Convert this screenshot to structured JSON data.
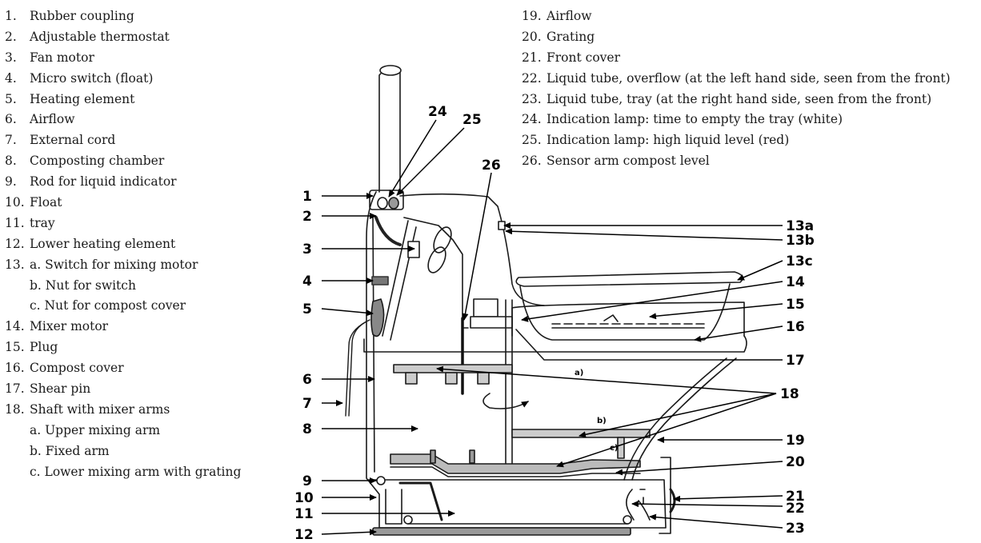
{
  "legend_left": [
    {
      "num": "1.",
      "text": "Rubber coupling"
    },
    {
      "num": "2.",
      "text": "Adjustable thermostat"
    },
    {
      "num": "3.",
      "text": "Fan motor"
    },
    {
      "num": "4.",
      "text": "Micro switch (float)"
    },
    {
      "num": "5.",
      "text": "Heating element"
    },
    {
      "num": "6.",
      "text": "Airflow"
    },
    {
      "num": "7.",
      "text": "External cord"
    },
    {
      "num": "8.",
      "text": "Composting chamber"
    },
    {
      "num": "9.",
      "text": "Rod for liquid indicator"
    },
    {
      "num": "10.",
      "text": "Float"
    },
    {
      "num": "11.",
      "text": "tray"
    },
    {
      "num": "12.",
      "text": "Lower heating element"
    },
    {
      "num": "13.",
      "text": "a. Switch for mixing motor"
    },
    {
      "num": "",
      "text": "b. Nut for switch"
    },
    {
      "num": "",
      "text": "c. Nut for compost cover"
    },
    {
      "num": "14.",
      "text": "Mixer motor"
    },
    {
      "num": "15.",
      "text": "Plug"
    },
    {
      "num": "16.",
      "text": "Compost cover"
    },
    {
      "num": "17.",
      "text": "Shear pin"
    },
    {
      "num": "18.",
      "text": "Shaft with mixer arms"
    },
    {
      "num": "",
      "text": "a. Upper mixing arm"
    },
    {
      "num": "",
      "text": "b. Fixed arm"
    },
    {
      "num": "",
      "text": "c. Lower mixing arm with grating"
    }
  ],
  "legend_right": [
    {
      "num": "19.",
      "text": "Airflow"
    },
    {
      "num": "20.",
      "text": "Grating"
    },
    {
      "num": "21.",
      "text": "Front cover"
    },
    {
      "num": "22.",
      "text": "Liquid tube, overflow (at the left hand side, seen from the front)"
    },
    {
      "num": "23.",
      "text": "Liquid tube, tray (at the right hand side, seen from the front)"
    },
    {
      "num": "24.",
      "text": "Indication lamp: time to empty the tray (white)"
    },
    {
      "num": "25.",
      "text": "Indication lamp: high liquid level (red)"
    },
    {
      "num": "26.",
      "text": "Sensor arm compost level"
    }
  ],
  "callouts": {
    "c1": "1",
    "c2": "2",
    "c3": "3",
    "c4": "4",
    "c5": "5",
    "c6": "6",
    "c7": "7",
    "c8": "8",
    "c9": "9",
    "c10": "10",
    "c11": "11",
    "c12": "12",
    "c13a": "13a",
    "c13b": "13b",
    "c13c": "13c",
    "c14": "14",
    "c15": "15",
    "c16": "16",
    "c17": "17",
    "c18": "18",
    "c19": "19",
    "c20": "20",
    "c21": "21",
    "c22": "22",
    "c23": "23",
    "c24": "24",
    "c25": "25",
    "c26": "26"
  },
  "subtags": {
    "a": "a)",
    "b": "b)",
    "c": "c)"
  }
}
